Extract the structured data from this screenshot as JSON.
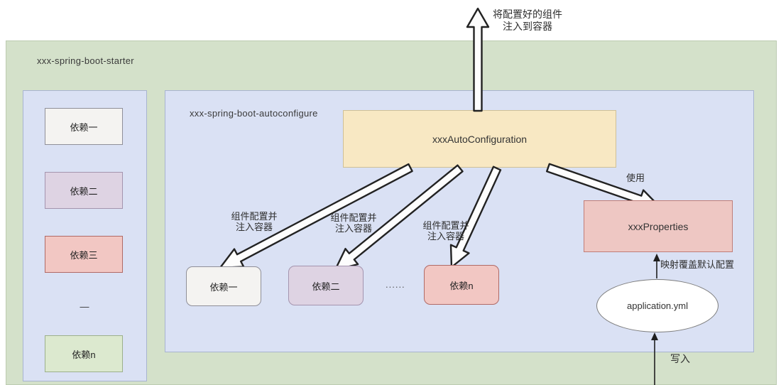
{
  "top_arrow": {
    "label_line1": "将配置好的组件",
    "label_line2": "注入到容器"
  },
  "starter": {
    "title": "xxx-spring-boot-starter"
  },
  "deps_panel": {
    "items": [
      {
        "label": "依赖一"
      },
      {
        "label": "依赖二"
      },
      {
        "label": "依赖三"
      },
      {
        "label": "依赖n"
      }
    ],
    "ellipsis": "—"
  },
  "autoconfig": {
    "title": "xxx-spring-boot-autoconfigure",
    "config_box_label": "xxxAutoConfiguration",
    "inject_label": {
      "line1": "组件配置并",
      "line2": "注入容器"
    },
    "dep_boxes": [
      {
        "label": "依赖一"
      },
      {
        "label": "依赖二"
      },
      {
        "label": "依赖n"
      }
    ],
    "ellipsis": "......",
    "use_label": "使用",
    "properties_label": "xxxProperties"
  },
  "yml": {
    "mapping_label": "映射覆盖默认配置",
    "file_label": "application.yml",
    "write_label": "写入"
  },
  "colors": {
    "green_background": "#d4e1ca",
    "panel_blue": "#dae1f4",
    "autoconfiguration_yellow": "#f8e8c3",
    "properties_pink": "#eec7c3",
    "dep_white": "#f4f3f1",
    "dep_lavender": "#ded3e3",
    "dep_pink": "#f2c7c3",
    "dep_green": "#dce9cf"
  }
}
